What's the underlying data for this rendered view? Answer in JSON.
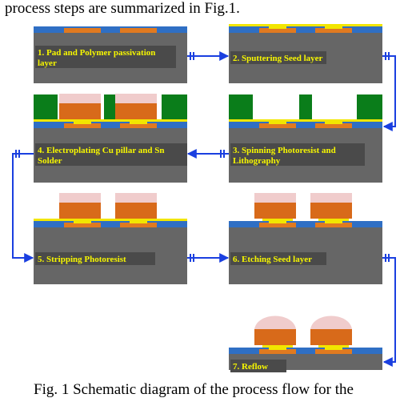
{
  "intro_text": "process steps are summarized in Fig.1.",
  "caption": "Fig. 1 Schematic diagram of the process flow for the",
  "colors": {
    "substrate": "#666666",
    "passivation": "#2f6fc4",
    "pad": "#e07a20",
    "seed": "#f2e600",
    "photoresist": "#0a7d1a",
    "copper": "#d86a1a",
    "solder": "#f0cccc",
    "label_box": "#4a4a4a",
    "label_text": "#f7f700",
    "arrow": "#1a3fe0"
  },
  "steps": [
    {
      "label_lines": [
        "1. Pad and Polymer passivation",
        "layer"
      ]
    },
    {
      "label_lines": [
        "2. Sputtering Seed layer"
      ]
    },
    {
      "label_lines": [
        "3. Spinning Photoresist and",
        "Lithography"
      ]
    },
    {
      "label_lines": [
        "4. Electroplating Cu pillar and Sn",
        "Solder"
      ]
    },
    {
      "label_lines": [
        "5. Stripping Photoresist"
      ]
    },
    {
      "label_lines": [
        "6. Etching Seed layer"
      ]
    },
    {
      "label_lines": [
        "7. Reflow"
      ]
    }
  ]
}
